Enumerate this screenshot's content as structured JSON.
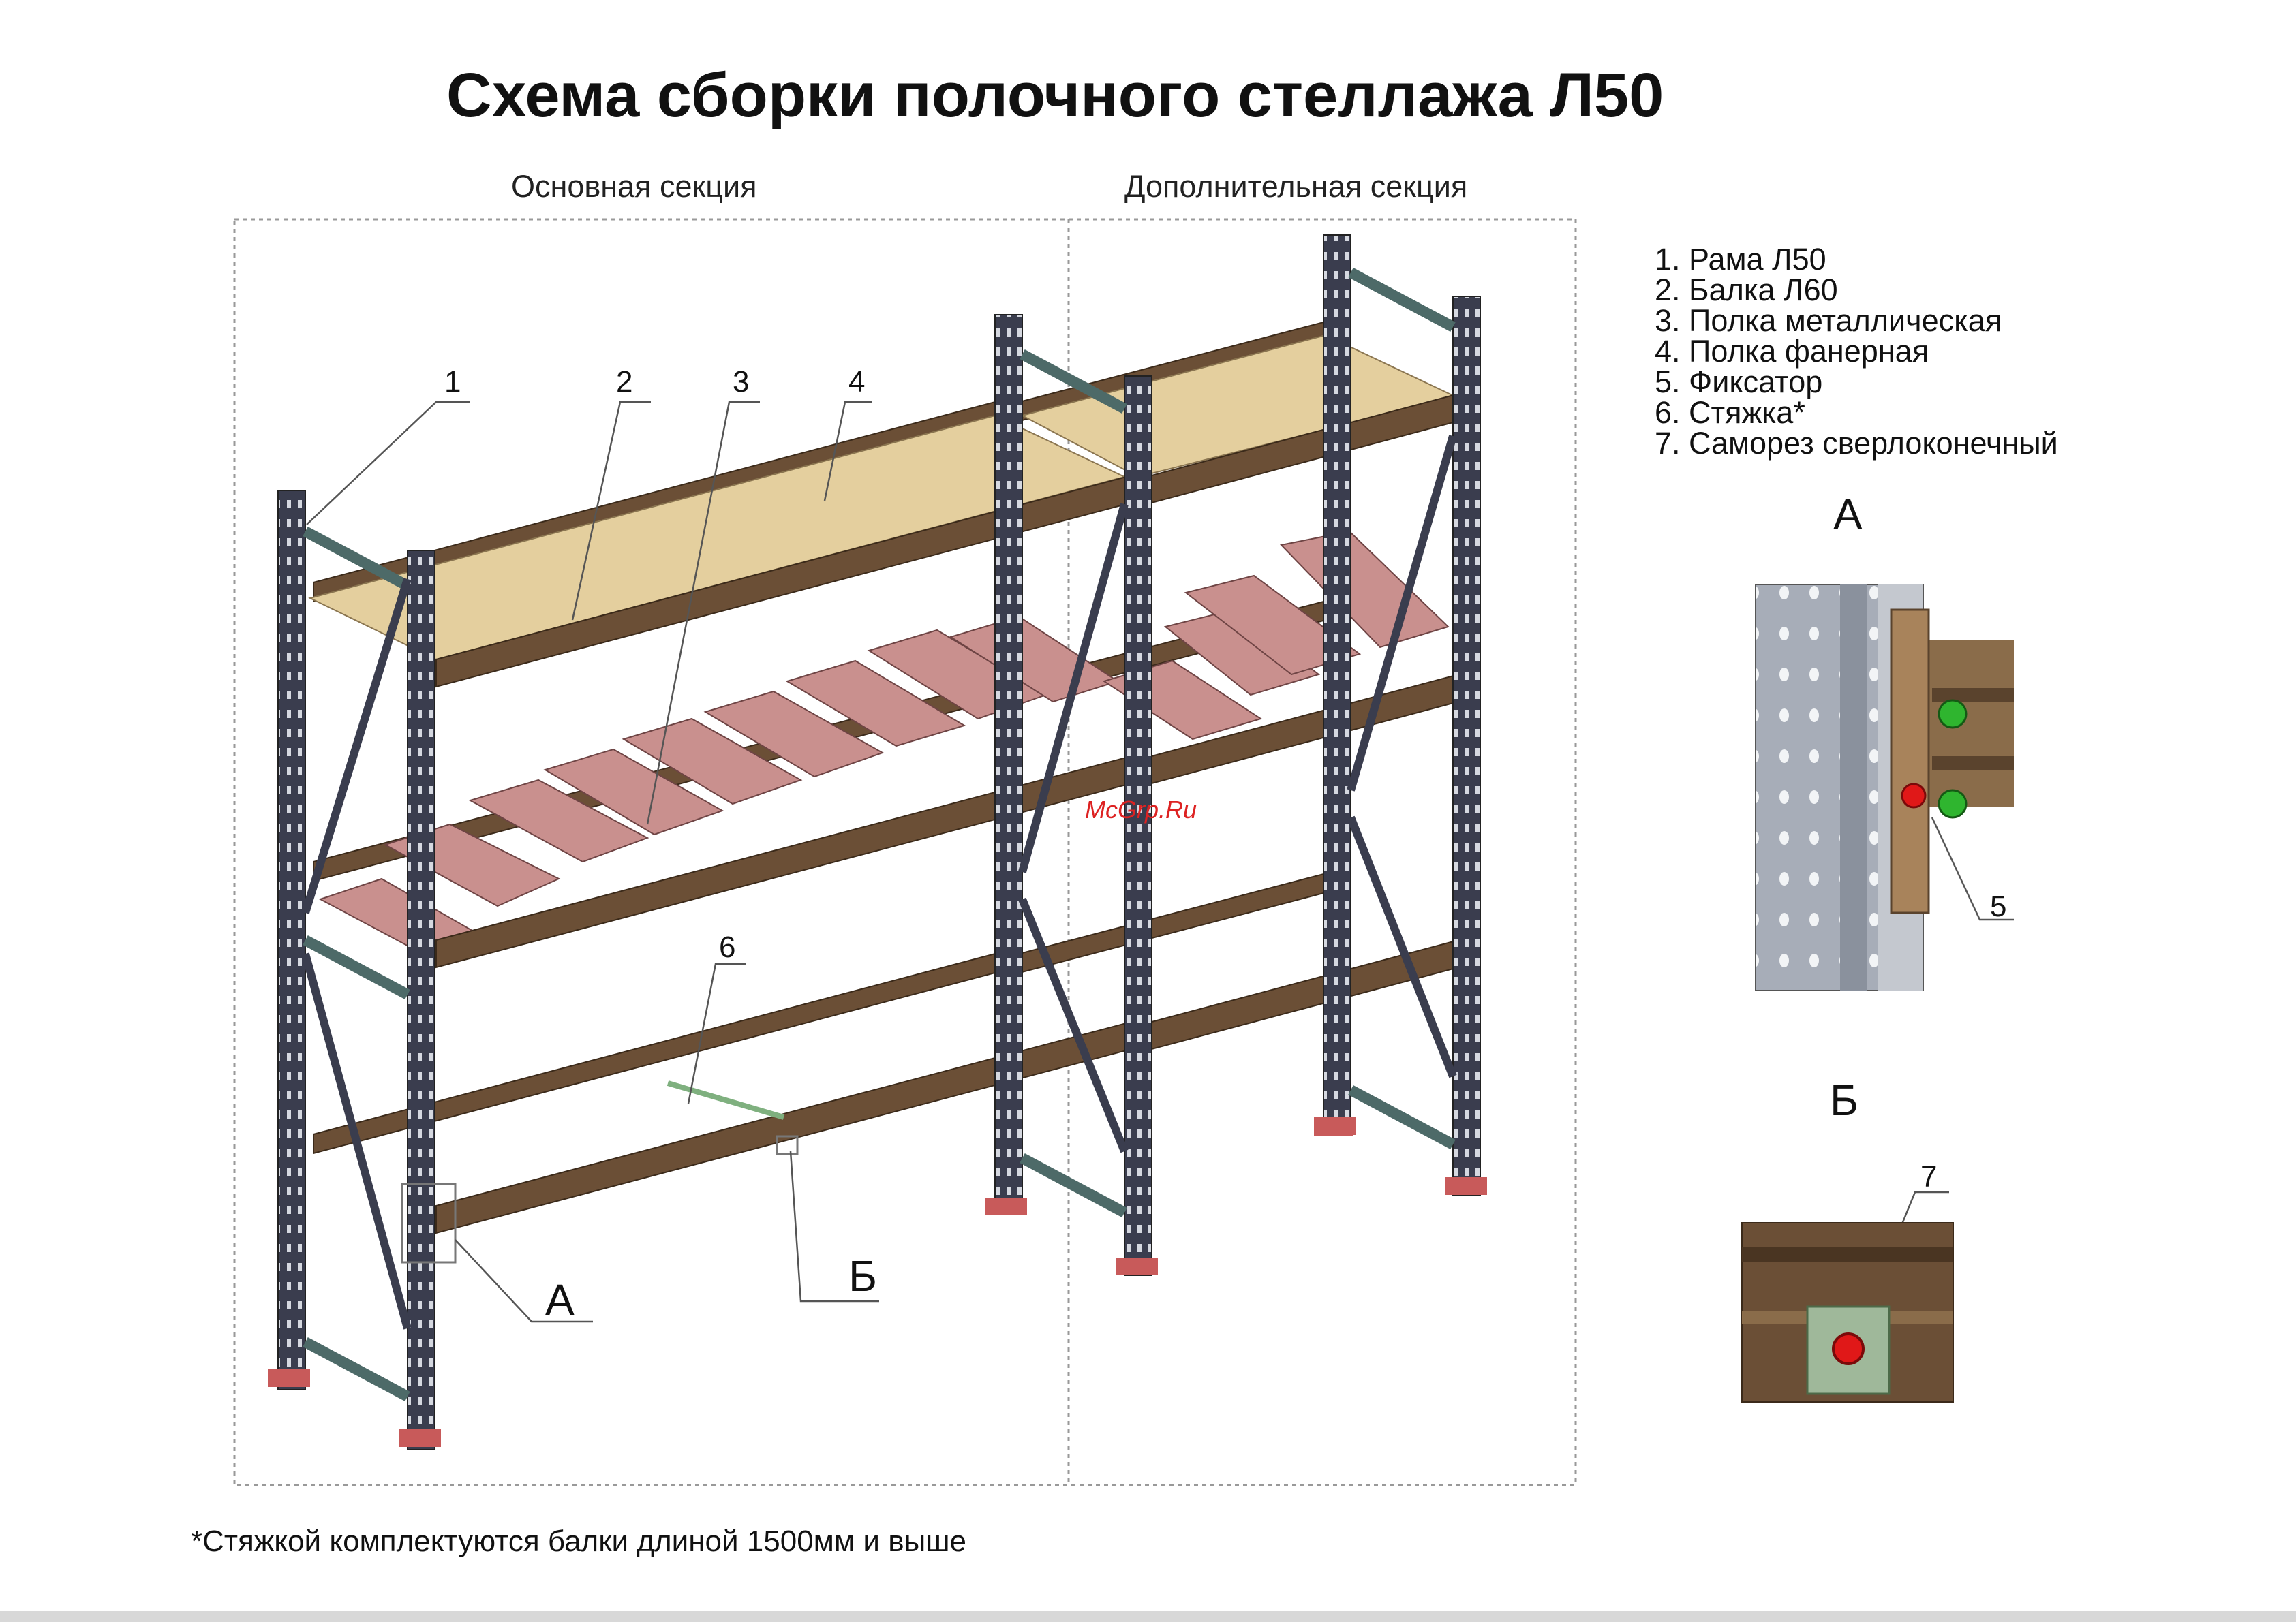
{
  "title": "Схема сборки полочного стеллажа Л50",
  "sections": {
    "main": "Основная секция",
    "additional": "Дополнительная секция"
  },
  "legend": [
    "1. Рама Л50",
    "2. Балка Л60",
    "3. Полка металлическая",
    "4. Полка фанерная",
    "5. Фиксатор",
    "6. Стяжка*",
    "7. Саморез сверлоконечный"
  ],
  "callouts": {
    "n1": "1",
    "n2": "2",
    "n3": "3",
    "n4": "4",
    "n5": "5",
    "n6": "6",
    "n7": "7",
    "a": "А",
    "b": "Б"
  },
  "details": {
    "a_title": "А",
    "b_title": "Б"
  },
  "footnote": "*Стяжкой комплектуются балки длиной 1500мм и выше",
  "watermark": "McGrp.Ru",
  "colors": {
    "frame": "#3a3d4e",
    "brace": "#4d6a68",
    "beam": "#6b4f36",
    "plywood": "#e4cf9e",
    "metal_shelf": "#c9908e",
    "fixer_bolt": "#2fb52f",
    "fixer_pin": "#e01818"
  }
}
